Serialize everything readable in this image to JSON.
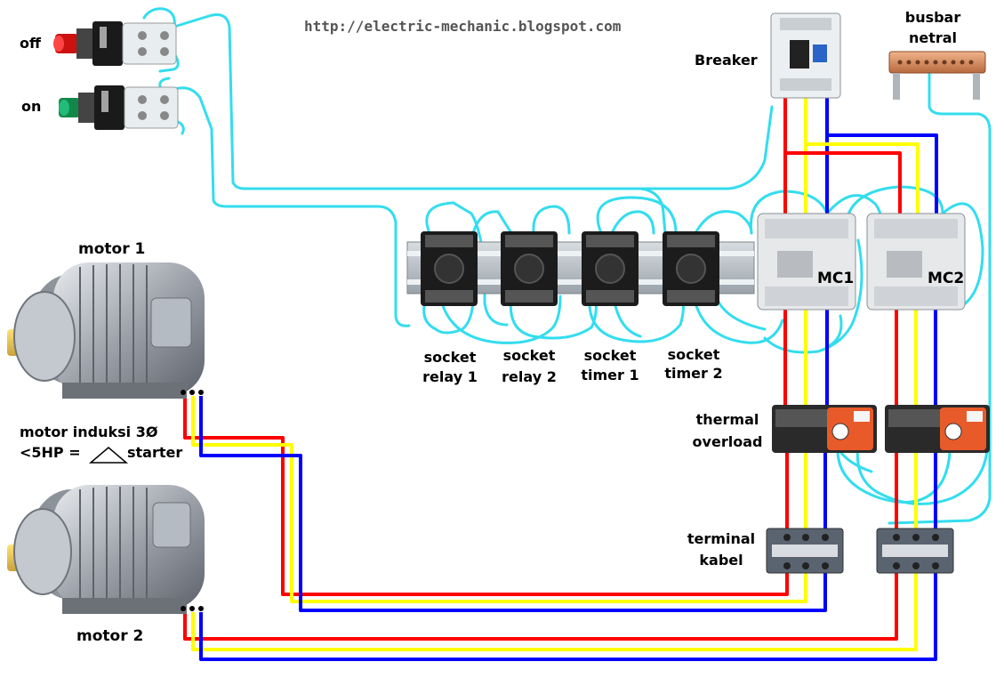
{
  "header": {
    "url": "http://electric-mechanic.blogspot.com"
  },
  "buttons": {
    "off_label": "off",
    "on_label": "on"
  },
  "motors": {
    "motor1_label": "motor 1",
    "motor2_label": "motor 2",
    "note_line1": "motor  induksi  3Ø",
    "note_line2": "<5HP =",
    "note_line2_tail": "starter"
  },
  "components": {
    "breaker_label": "Breaker",
    "busbar_line1": "busbar",
    "busbar_line2": "netral",
    "mc1_label": "MC1",
    "mc2_label": "MC2",
    "thermal_line1": "thermal",
    "thermal_line2": "overload",
    "terminal_line1": "terminal",
    "terminal_line2": "kabel"
  },
  "sockets": [
    {
      "line1": "socket",
      "line2": "relay 1"
    },
    {
      "line1": "socket",
      "line2": "relay 2"
    },
    {
      "line1": "socket",
      "line2": "timer 1"
    },
    {
      "line1": "socket",
      "line2": "timer 2"
    }
  ],
  "wire_colors": {
    "phase_r": "#ff0000",
    "phase_s": "#ffff00",
    "phase_t": "#0000ff",
    "control": "#33ddee"
  }
}
